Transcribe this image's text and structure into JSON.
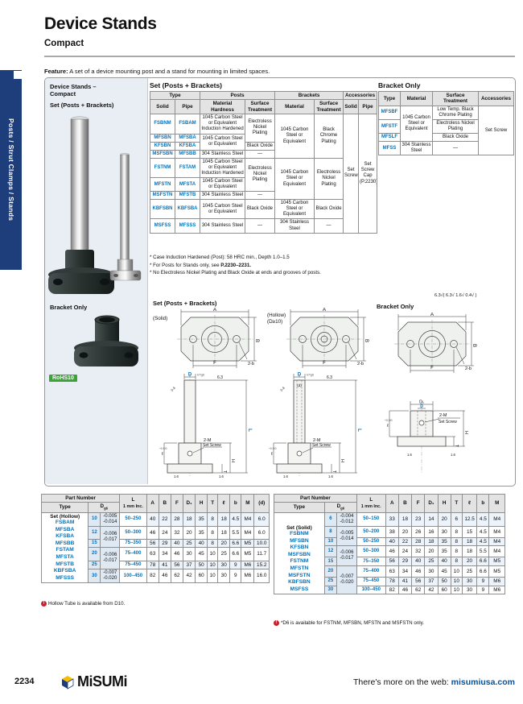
{
  "tab": {
    "text": "Posts / Strut Clamps / Stands"
  },
  "header": {
    "title": "Device Stands",
    "subtitle": "Compact",
    "feature_label": "Feature:",
    "feature_text": " A set of a device mounting post and a stand for mounting in limited spaces."
  },
  "panel": {
    "line1": "Device Stands –",
    "line2": "Compact",
    "set_label": "Set (Posts + Brackets)",
    "bracket_label": "Bracket Only",
    "rohs": "RoHS10"
  },
  "set_table": {
    "title": "Set (Posts + Brackets)",
    "g_type": "Type",
    "g_posts": "Posts",
    "g_brackets": "Brackets",
    "g_acc": "Accessories",
    "h_solid": "Solid",
    "h_pipe": "Pipe",
    "h_mat_hard": "Material Hardness",
    "h_surf": "Surface Treatment",
    "h_mat": "Material",
    "cs_ih": "1045 Carbon Steel or Equivalent Induction Hardened",
    "cs": "1045 Carbon Steel or Equivalent",
    "ss": "304 Stainless Steel",
    "enp": "Electroless Nickel Plating",
    "bo": "Black Oxide",
    "bcp": "Black Chrome Plating",
    "dash": "—",
    "acc_solid": "Set\nScrew",
    "acc_pipe": "Set\nScrew\nCap\n(P.2230)",
    "rows": {
      "r1s": "FSBNM",
      "r1p": "FSBAM",
      "r2s": "MFSBN",
      "r2p": "MFSBA",
      "r3s": "KFSBN",
      "r3p": "KFSBA",
      "r4s": "MSFSBN",
      "r4p": "MFSBB",
      "r5s": "FSTNM",
      "r5p": "FSTAM",
      "r6s": "MFSTN",
      "r6p": "MFSTA",
      "r7s": "MSFSTN",
      "r7p": "MFSTB",
      "r8s": "KBFSBN",
      "r8p": "KBFSBA",
      "r9s": "MSFSS",
      "r9p": "MFSSS"
    },
    "note1": "* Case Induction Hardened (Post): 58 HRC min., Depth 1.0–1.5",
    "note2a": "* For Posts for Stands only, see ",
    "note2b": "P.2230–2231.",
    "note3": "* No Electroless Nickel Plating and Black Oxide at ends and grooves of posts."
  },
  "bracket_table": {
    "title": "Bracket Only",
    "h_type": "Type",
    "h_mat": "Material",
    "h_surf": "Surface Treatment",
    "h_acc": "Accessories",
    "r1": "MFSBF",
    "r2": "MFSTF",
    "r3": "MFSLF",
    "r4": "MFSS",
    "mat_cs": "1045 Carbon Steel or Equivalent",
    "mat_ss": "304 Stainless Steel",
    "lt_bcp": "Low Temp. Black Chrome Plating",
    "enp": "Electroless Nickel Plating",
    "bo": "Black Oxide",
    "dash": "—",
    "acc": "Set Screw"
  },
  "diag": {
    "set_title": "Set (Posts + Brackets)",
    "bracket_title": "Bracket Only",
    "solid": "(Solid)",
    "hollow1": "(Hollow)",
    "hollow2": "(D≥10)",
    "rough_note": "6.3√( 6.3√ 1.6√ 0.4√ )",
    "A": "A",
    "B": "B",
    "F": "F",
    "b2": "2-b",
    "D": "D",
    "Dtol": "h7/g6",
    "d": "(d)",
    "D1": "D₁",
    "M2": "2-M",
    "setscrew": "Set Screw",
    "L": "L",
    "H": "H",
    "T": "T",
    "l": "ℓ",
    "ltol": "+0.5/0",
    "r63": "6.3",
    "r16": "1.6",
    "r04": "0.4"
  },
  "sh": {
    "h_part": "Part Number",
    "h_type": "Type",
    "h_d": "D",
    "h_dsub": "g6",
    "h_L": "L",
    "h_Lsub": "1 mm Inc.",
    "cols": [
      "A",
      "B",
      "F",
      "D₁",
      "H",
      "T",
      "ℓ",
      "b",
      "M",
      "(d)"
    ],
    "type_label": "Set (Hollow)",
    "codes": "FSBAM\nMFSBA\nKFSBA\nMFSBB\nFSTAM\nMFSTA\nMFSTB\nKBFSBA\nMFSSS",
    "tol1": "-0.005\n-0.014",
    "tol2": "-0.006\n-0.017",
    "tol3": "-0.006\n-0.017",
    "tol4": "-0.007\n-0.020",
    "r": [
      [
        "10",
        "50–250",
        "40",
        "22",
        "28",
        "18",
        "35",
        "8",
        "18",
        "4.5",
        "M4",
        "6.0"
      ],
      [
        "12",
        "50–300",
        "46",
        "24",
        "32",
        "20",
        "35",
        "8",
        "18",
        "5.5",
        "M4",
        "6.0"
      ],
      [
        "15",
        "75–350",
        "56",
        "29",
        "40",
        "25",
        "40",
        "8",
        "20",
        "6.6",
        "M5",
        "10.0"
      ],
      [
        "20",
        "75–400",
        "63",
        "34",
        "46",
        "30",
        "45",
        "10",
        "25",
        "6.6",
        "M5",
        "11.7"
      ],
      [
        "25",
        "75–450",
        "78",
        "41",
        "56",
        "37",
        "50",
        "10",
        "30",
        "9",
        "M6",
        "15.2"
      ],
      [
        "30",
        "100–450",
        "82",
        "46",
        "62",
        "42",
        "60",
        "10",
        "30",
        "9",
        "M6",
        "16.0"
      ]
    ],
    "note": "Hollow Tube is available from D10."
  },
  "ssld": {
    "h_part": "Part Number",
    "h_type": "Type",
    "h_d": "D",
    "h_dsub": "g6",
    "h_L": "L",
    "h_Lsub": "1 mm Inc.",
    "cols": [
      "A",
      "B",
      "F",
      "D₁",
      "H",
      "T",
      "ℓ",
      "b",
      "M"
    ],
    "type_label": "Set (Solid)",
    "codes": "FSBNM\nMFSBN\nKFSBN\nMSFSBN\nFSTNM\nMFSTN\nMSFSTN\nKBFSBN\nMSFSS",
    "tol1": "-0.004\n-0.012",
    "tol2": "-0.005\n-0.014",
    "tol3": "-0.006\n-0.017",
    "tol4": "-0.007\n-0.020",
    "r": [
      [
        "6",
        "50–150",
        "33",
        "18",
        "23",
        "14",
        "20",
        "6",
        "12.5",
        "4.5",
        "M4"
      ],
      [
        "8",
        "50–200",
        "38",
        "20",
        "26",
        "16",
        "30",
        "8",
        "15",
        "4.5",
        "M4"
      ],
      [
        "10",
        "50–250",
        "40",
        "22",
        "28",
        "18",
        "35",
        "8",
        "18",
        "4.5",
        "M4"
      ],
      [
        "12",
        "50–300",
        "46",
        "24",
        "32",
        "20",
        "35",
        "8",
        "18",
        "5.5",
        "M4"
      ],
      [
        "15",
        "75–350",
        "56",
        "29",
        "40",
        "25",
        "40",
        "8",
        "20",
        "6.6",
        "M5"
      ],
      [
        "20",
        "75–400",
        "63",
        "34",
        "46",
        "30",
        "45",
        "10",
        "25",
        "6.6",
        "M5"
      ],
      [
        "25",
        "75–450",
        "78",
        "41",
        "56",
        "37",
        "50",
        "10",
        "30",
        "9",
        "M6"
      ],
      [
        "30",
        "100–450",
        "82",
        "46",
        "62",
        "42",
        "60",
        "10",
        "30",
        "9",
        "M6"
      ]
    ],
    "note": "*D6 is available for FSTNM, MFSBN, MFSTN and MSFSTN only."
  },
  "icons": {
    "note": "!"
  },
  "footer": {
    "page": "2234",
    "brand": "MiSUMi",
    "more": "There's more on the web: ",
    "link": "misumiusa.com"
  }
}
